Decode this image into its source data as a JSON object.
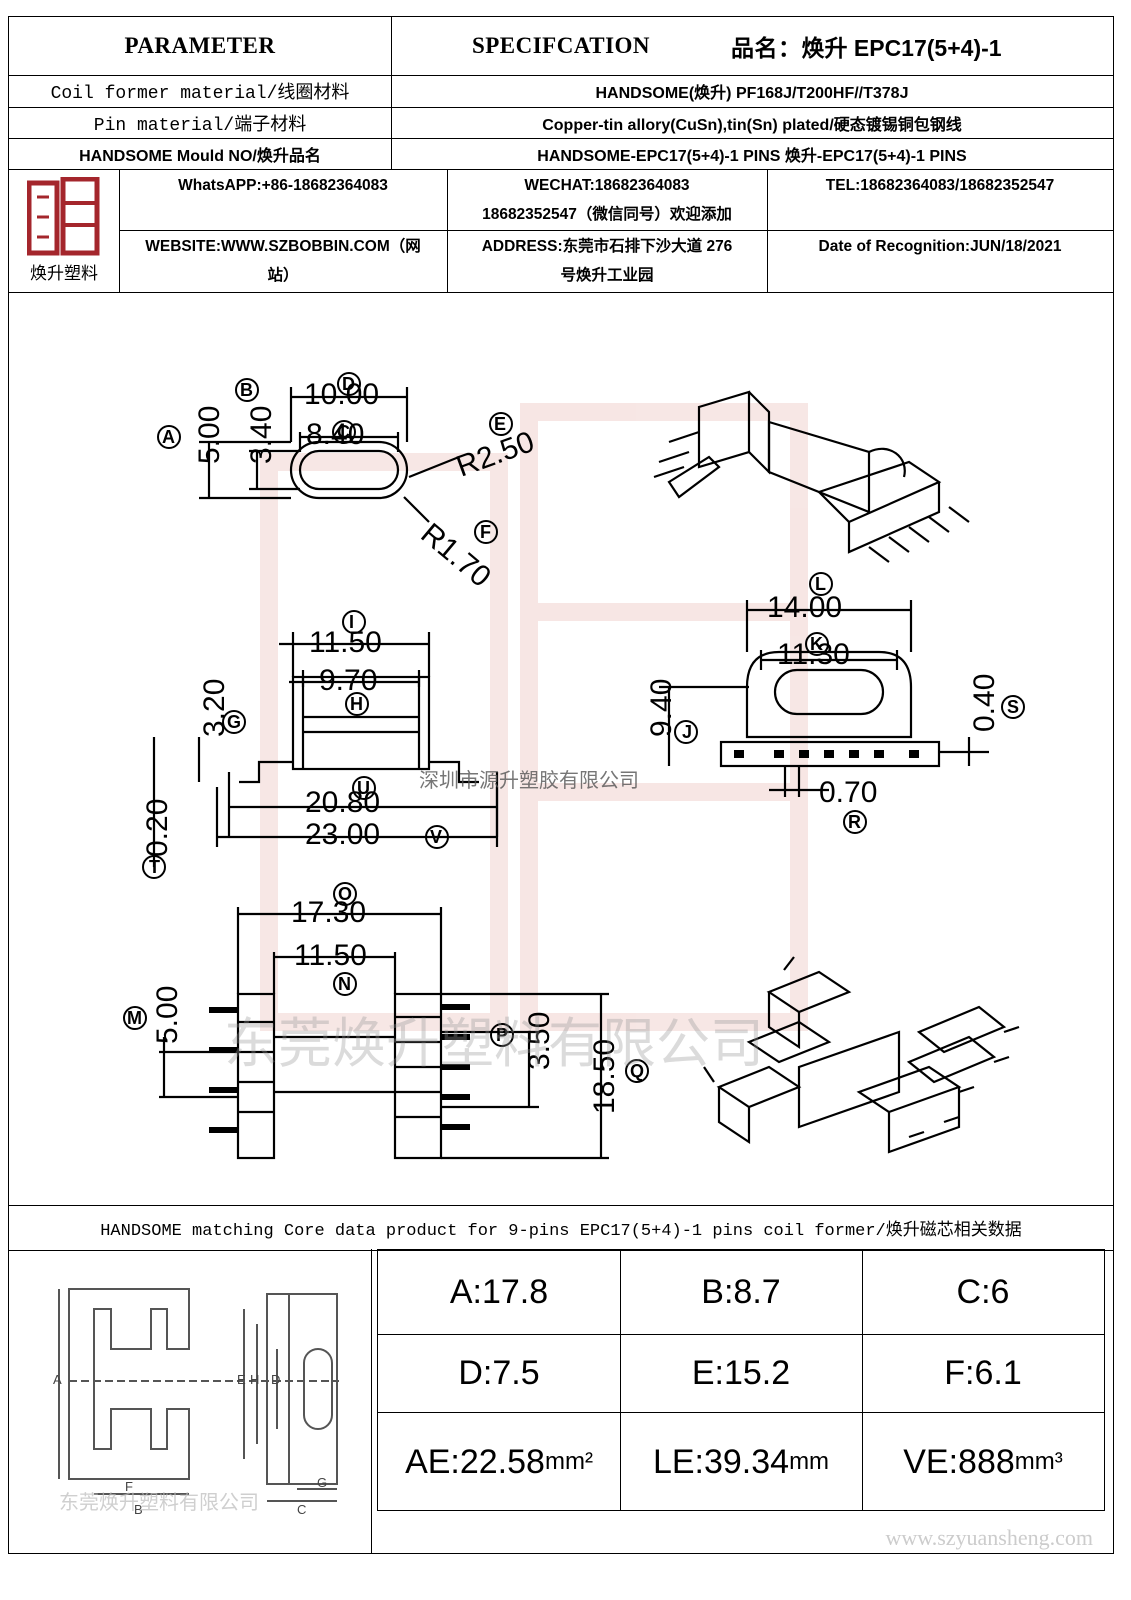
{
  "header": {
    "parameter": "PARAMETER",
    "specification": "SPECIFCATION",
    "product_name_label": "品名：",
    "product_name": "焕升 EPC17(5+4)-1"
  },
  "spec_rows": [
    {
      "label": "Coil former material/线圈材料",
      "value": "HANDSOME(焕升)   PF168J/T200HF//T378J"
    },
    {
      "label": "Pin material/端子材料",
      "value": "Copper-tin allory(CuSn),tin(Sn) plated/硬态镀锡铜包钢线"
    },
    {
      "label": "HANDSOME Mould NO/焕升品名",
      "value": "HANDSOME-EPC17(5+4)-1 PINS    焕升-EPC17(5+4)-1 PINS"
    }
  ],
  "company": {
    "logo_caption": "焕升塑料",
    "whatsapp": "WhatsAPP:+86-18682364083",
    "wechat_line1": "WECHAT:18682364083",
    "wechat_line2": "18682352547（微信同号）欢迎添加",
    "tel": "TEL:18682364083/18682352547",
    "website_line1": "WEBSITE:WWW.SZBOBBIN.COM（网",
    "website_line2": "站）",
    "address_line1": "ADDRESS:东莞市石排下沙大道 276",
    "address_line2": "号焕升工业园",
    "date": "Date of Recognition:JUN/18/2021"
  },
  "drawing": {
    "dims": {
      "A": "5.00",
      "B": "3.40",
      "D": "10.00",
      "C": "8.40",
      "E": "R2.50",
      "F": "R1.70",
      "I": "11.50",
      "H": "9.70",
      "G": "3.20",
      "T": "0.20",
      "U": "20.80",
      "V": "23.00",
      "L": "14.00",
      "K": "11.30",
      "J": "9.40",
      "S": "0.40",
      "R": "0.70",
      "O": "17.30",
      "N": "11.50",
      "M": "5.00",
      "P": "3.50",
      "Q": "18.50"
    },
    "watermark_small": "深圳市源升塑胶有限公司",
    "watermark_large": "东莞焕升塑料有限公司"
  },
  "core": {
    "title": "HANDSOME matching Core data  product for 9-pins EPC17(5+4)-1 pins coil former/焕升磁芯相关数据",
    "diagram_labels": [
      "A",
      "B",
      "F",
      "E",
      "H",
      "D",
      "C",
      "G"
    ],
    "diagram_watermark": "东莞焕升塑料有限公司",
    "footer_watermark": "www.szyuansheng.com",
    "values": [
      {
        "name": "A",
        "text": "A:17.8"
      },
      {
        "name": "B",
        "text": "B:8.7"
      },
      {
        "name": "C",
        "text": "C:6"
      },
      {
        "name": "D",
        "text": "D:7.5"
      },
      {
        "name": "E",
        "text": "E:15.2"
      },
      {
        "name": "F",
        "text": "F:6.1"
      },
      {
        "name": "AE",
        "text": "AE:22.58",
        "unit": "mm²"
      },
      {
        "name": "LE",
        "text": "LE:39.34",
        "unit": "mm"
      },
      {
        "name": "VE",
        "text": "VE:888",
        "unit": "mm³"
      }
    ]
  }
}
